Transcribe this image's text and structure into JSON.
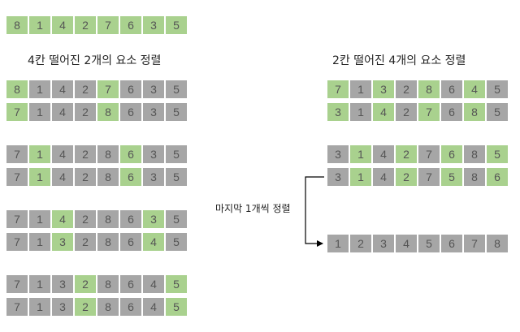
{
  "top_array": [
    "8",
    "1",
    "4",
    "2",
    "7",
    "6",
    "3",
    "5"
  ],
  "left": {
    "heading": "4칸 떨어진 2개의 요소 정렬",
    "groups": [
      [
        {
          "values": [
            "8",
            "1",
            "4",
            "2",
            "7",
            "6",
            "3",
            "5"
          ],
          "highlight": [
            0,
            4
          ]
        },
        {
          "values": [
            "7",
            "1",
            "4",
            "2",
            "8",
            "6",
            "3",
            "5"
          ],
          "highlight": [
            0,
            4
          ]
        }
      ],
      [
        {
          "values": [
            "7",
            "1",
            "4",
            "2",
            "8",
            "6",
            "3",
            "5"
          ],
          "highlight": [
            1,
            5
          ]
        },
        {
          "values": [
            "7",
            "1",
            "4",
            "2",
            "8",
            "6",
            "3",
            "5"
          ],
          "highlight": [
            1,
            5
          ]
        }
      ],
      [
        {
          "values": [
            "7",
            "1",
            "4",
            "2",
            "8",
            "6",
            "3",
            "5"
          ],
          "highlight": [
            2,
            6
          ]
        },
        {
          "values": [
            "7",
            "1",
            "3",
            "2",
            "8",
            "6",
            "4",
            "5"
          ],
          "highlight": [
            2,
            6
          ]
        }
      ],
      [
        {
          "values": [
            "7",
            "1",
            "3",
            "2",
            "8",
            "6",
            "4",
            "5"
          ],
          "highlight": [
            3,
            7
          ]
        },
        {
          "values": [
            "7",
            "1",
            "3",
            "2",
            "8",
            "6",
            "4",
            "5"
          ],
          "highlight": [
            3,
            7
          ]
        }
      ]
    ]
  },
  "right": {
    "heading": "2칸 떨어진 4개의 요소 정렬",
    "groups": [
      [
        {
          "values": [
            "7",
            "1",
            "3",
            "2",
            "8",
            "6",
            "4",
            "5"
          ],
          "highlight": [
            0,
            2,
            4,
            6
          ]
        },
        {
          "values": [
            "3",
            "1",
            "4",
            "2",
            "7",
            "6",
            "8",
            "5"
          ],
          "highlight": [
            0,
            2,
            4,
            6
          ]
        }
      ],
      [
        {
          "values": [
            "3",
            "1",
            "4",
            "2",
            "7",
            "6",
            "8",
            "5"
          ],
          "highlight": [
            1,
            3,
            5,
            7
          ]
        },
        {
          "values": [
            "3",
            "1",
            "4",
            "2",
            "7",
            "5",
            "8",
            "6"
          ],
          "highlight": [
            1,
            3,
            5,
            7
          ]
        }
      ]
    ],
    "final_note": "마지막 1개씩 정렬",
    "final_row": [
      "1",
      "2",
      "3",
      "4",
      "5",
      "6",
      "7",
      "8"
    ]
  },
  "colors": {
    "highlight": "#a9d18e",
    "normal": "#a6a6a6"
  }
}
